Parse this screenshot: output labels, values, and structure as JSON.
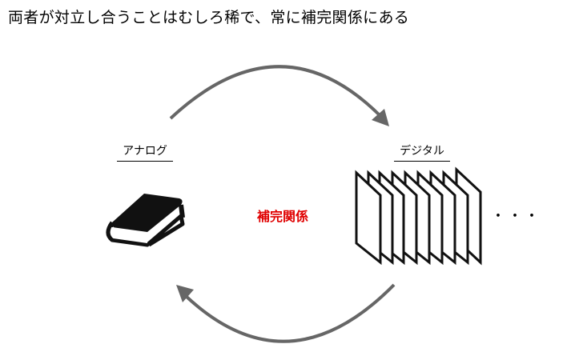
{
  "title": "両者が対立し合うことはむしろ稀で、常に補完関係にある",
  "labels": {
    "analog": "アナログ",
    "digital": "デジタル",
    "center": "補完関係",
    "ellipsis": "・・・"
  },
  "icons": {
    "analog": "book-icon",
    "digital": "stacked-pages-icon",
    "arrows": [
      "top-arc-arrow",
      "bottom-arc-arrow"
    ]
  },
  "colors": {
    "accent": "#e00000",
    "arrow": "#666666"
  }
}
